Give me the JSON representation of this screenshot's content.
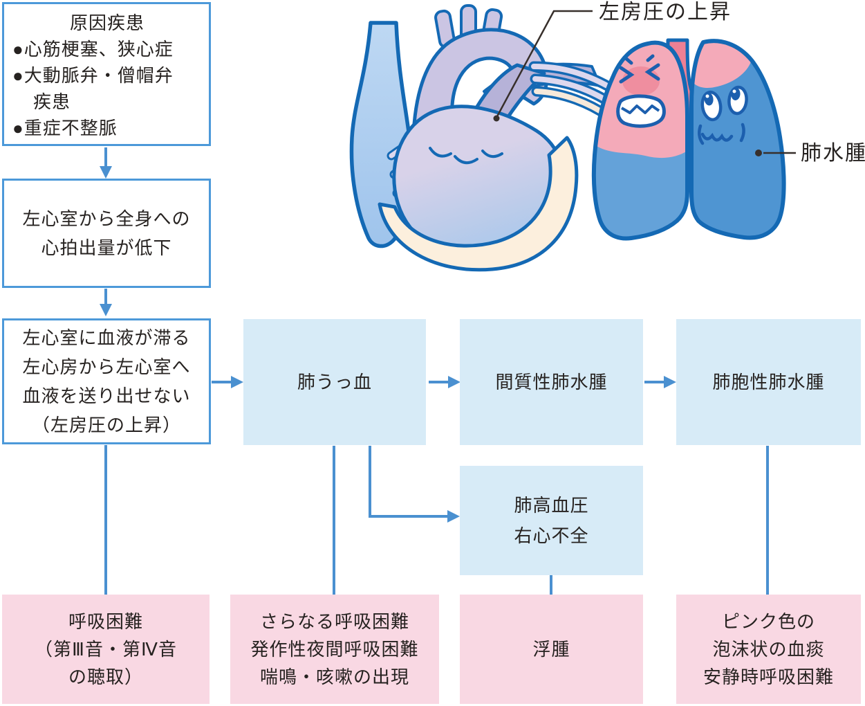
{
  "colors": {
    "box_border": "#4c99d9",
    "arrow": "#4a90d0",
    "light_blue": "#d7ebf7",
    "pink": "#f9d8e3",
    "text": "#262220",
    "outline_blue": "#1469b4"
  },
  "flow": {
    "causes": {
      "title": "原因疾患",
      "lines": [
        "●心筋梗塞、狭心症",
        "●大動脈弁・僧帽弁",
        "疾患",
        "●重症不整脈"
      ]
    },
    "low_output": {
      "lines": [
        "左心室から全身への",
        "心拍出量が低下"
      ]
    },
    "stasis": {
      "lines": [
        "左心室に血液が滞る",
        "左心房から左心室へ",
        "血液を送り出せない",
        "（左房圧の上昇）"
      ]
    },
    "congestion": {
      "label": "肺うっ血"
    },
    "interstitial": {
      "label": "間質性肺水腫"
    },
    "alveolar": {
      "label": "肺胞性肺水腫"
    },
    "pulm_htn": {
      "lines": [
        "肺高血圧",
        "右心不全"
      ]
    },
    "sym_dyspnea": {
      "lines": [
        "呼吸困難",
        "（第Ⅲ音・第Ⅳ音",
        "の聴取）"
      ]
    },
    "sym_worse": {
      "lines": [
        "さらなる呼吸困難",
        "発作性夜間呼吸困難",
        "喘鳴・咳嗽の出現"
      ]
    },
    "sym_edema": {
      "lines": [
        "浮腫"
      ]
    },
    "sym_sputum": {
      "lines": [
        "ピンク色の",
        "泡沫状の血痰",
        "安静時呼吸困難"
      ]
    }
  },
  "illustration": {
    "label_la_pressure": "左房圧の上昇",
    "label_lung_edema": "肺水腫"
  }
}
